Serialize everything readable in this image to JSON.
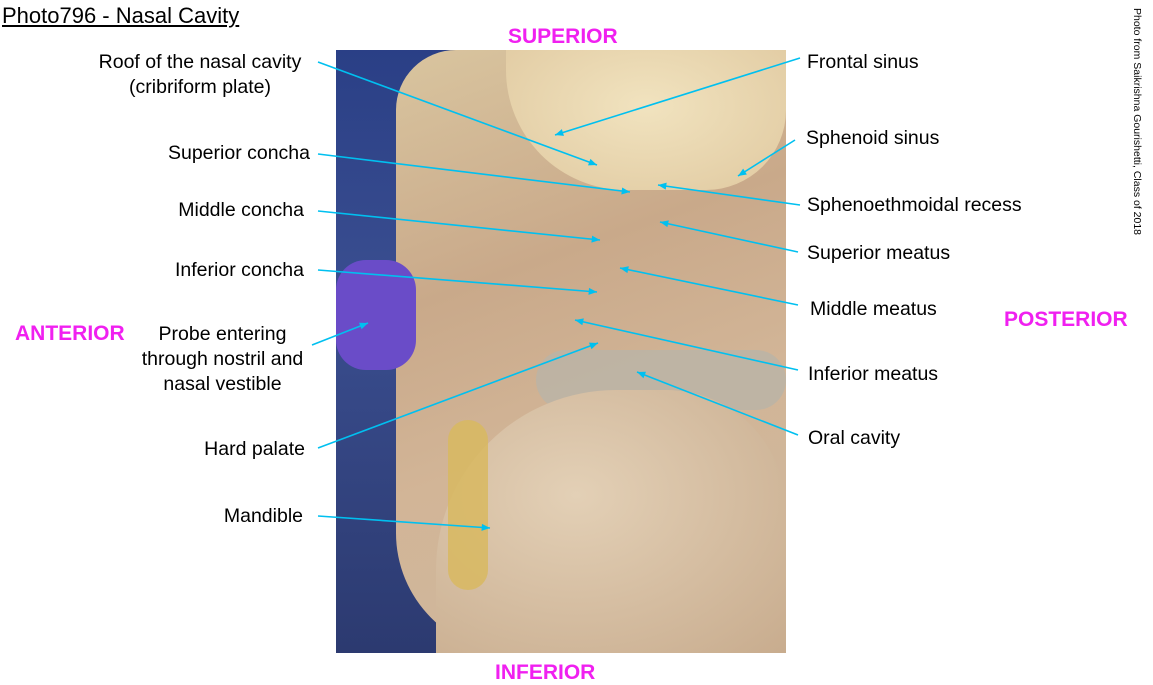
{
  "title": "Photo796 - Nasal Cavity",
  "orientation": {
    "superior": "SUPERIOR",
    "inferior": "INFERIOR",
    "anterior": "ANTERIOR",
    "posterior": "POSTERIOR"
  },
  "credit": "Photo from Saikrishna Gourishetti, Class of 2018",
  "labels": {
    "roof": "Roof of the nasal cavity\n(cribriform plate)",
    "superior_concha": "Superior concha",
    "middle_concha": "Middle concha",
    "inferior_concha": "Inferior concha",
    "probe": "Probe entering\nthrough nostril and\nnasal vestible",
    "hard_palate": "Hard palate",
    "mandible": "Mandible",
    "frontal_sinus": "Frontal sinus",
    "sphenoid_sinus": "Sphenoid sinus",
    "sphenoethmoidal_recess": "Sphenoethmoidal recess",
    "superior_meatus": "Superior meatus",
    "middle_meatus": "Middle meatus",
    "inferior_meatus": "Inferior meatus",
    "oral_cavity": "Oral cavity"
  },
  "colors": {
    "orientation": "#f020f0",
    "leader": "#00c0f0"
  }
}
